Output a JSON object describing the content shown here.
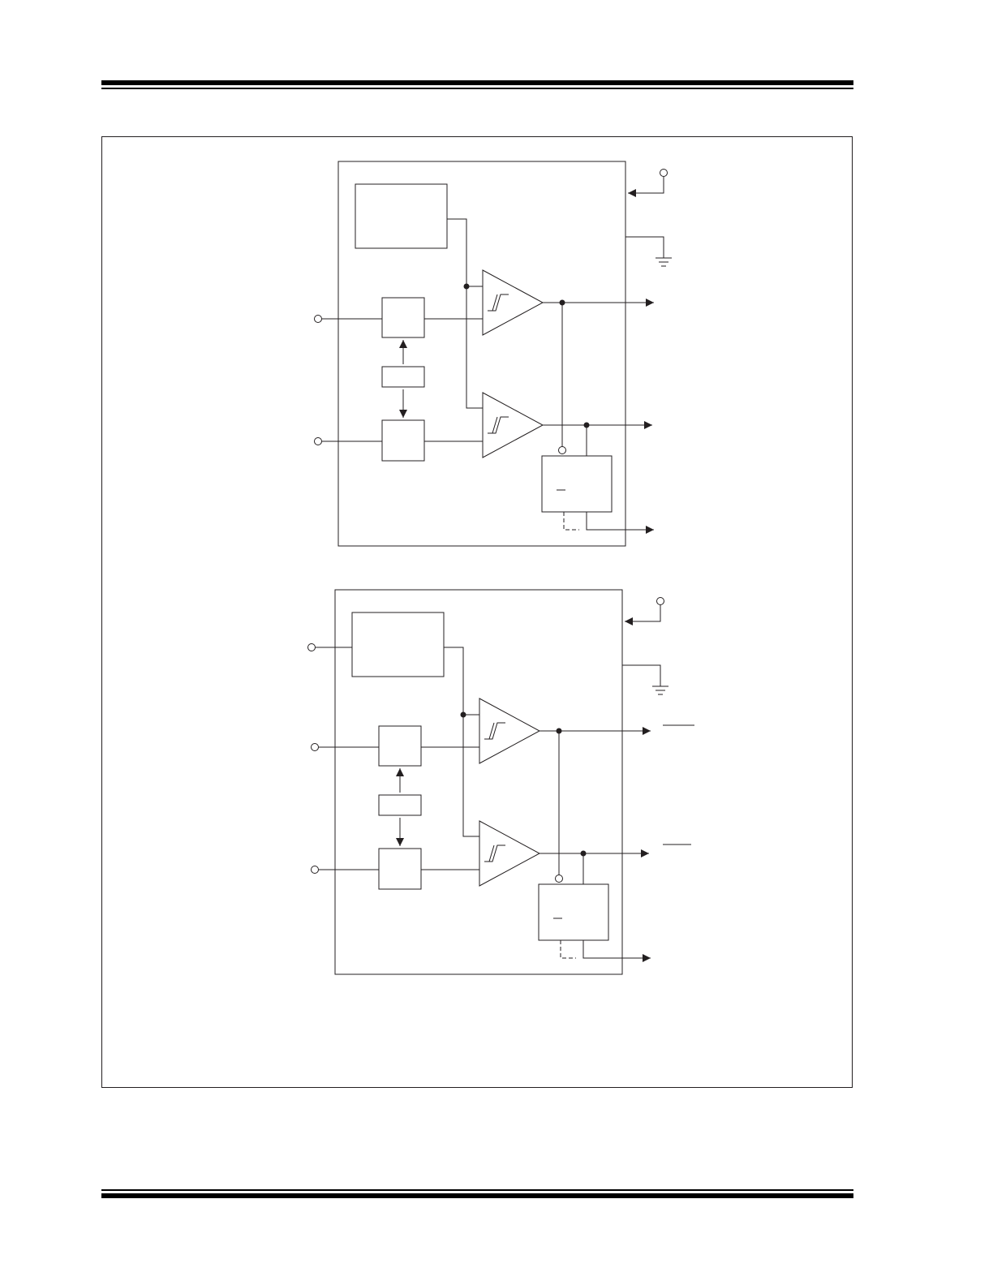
{
  "diagrams": [
    {
      "id": "top-block-diagram",
      "inputs": 2,
      "outputs": 3,
      "output_bars": []
    },
    {
      "id": "bottom-block-diagram",
      "inputs": 3,
      "outputs": 3,
      "output_bars": [
        "output-1",
        "output-2"
      ]
    }
  ],
  "colors": {
    "line": "#231f20",
    "background": "#ffffff"
  }
}
